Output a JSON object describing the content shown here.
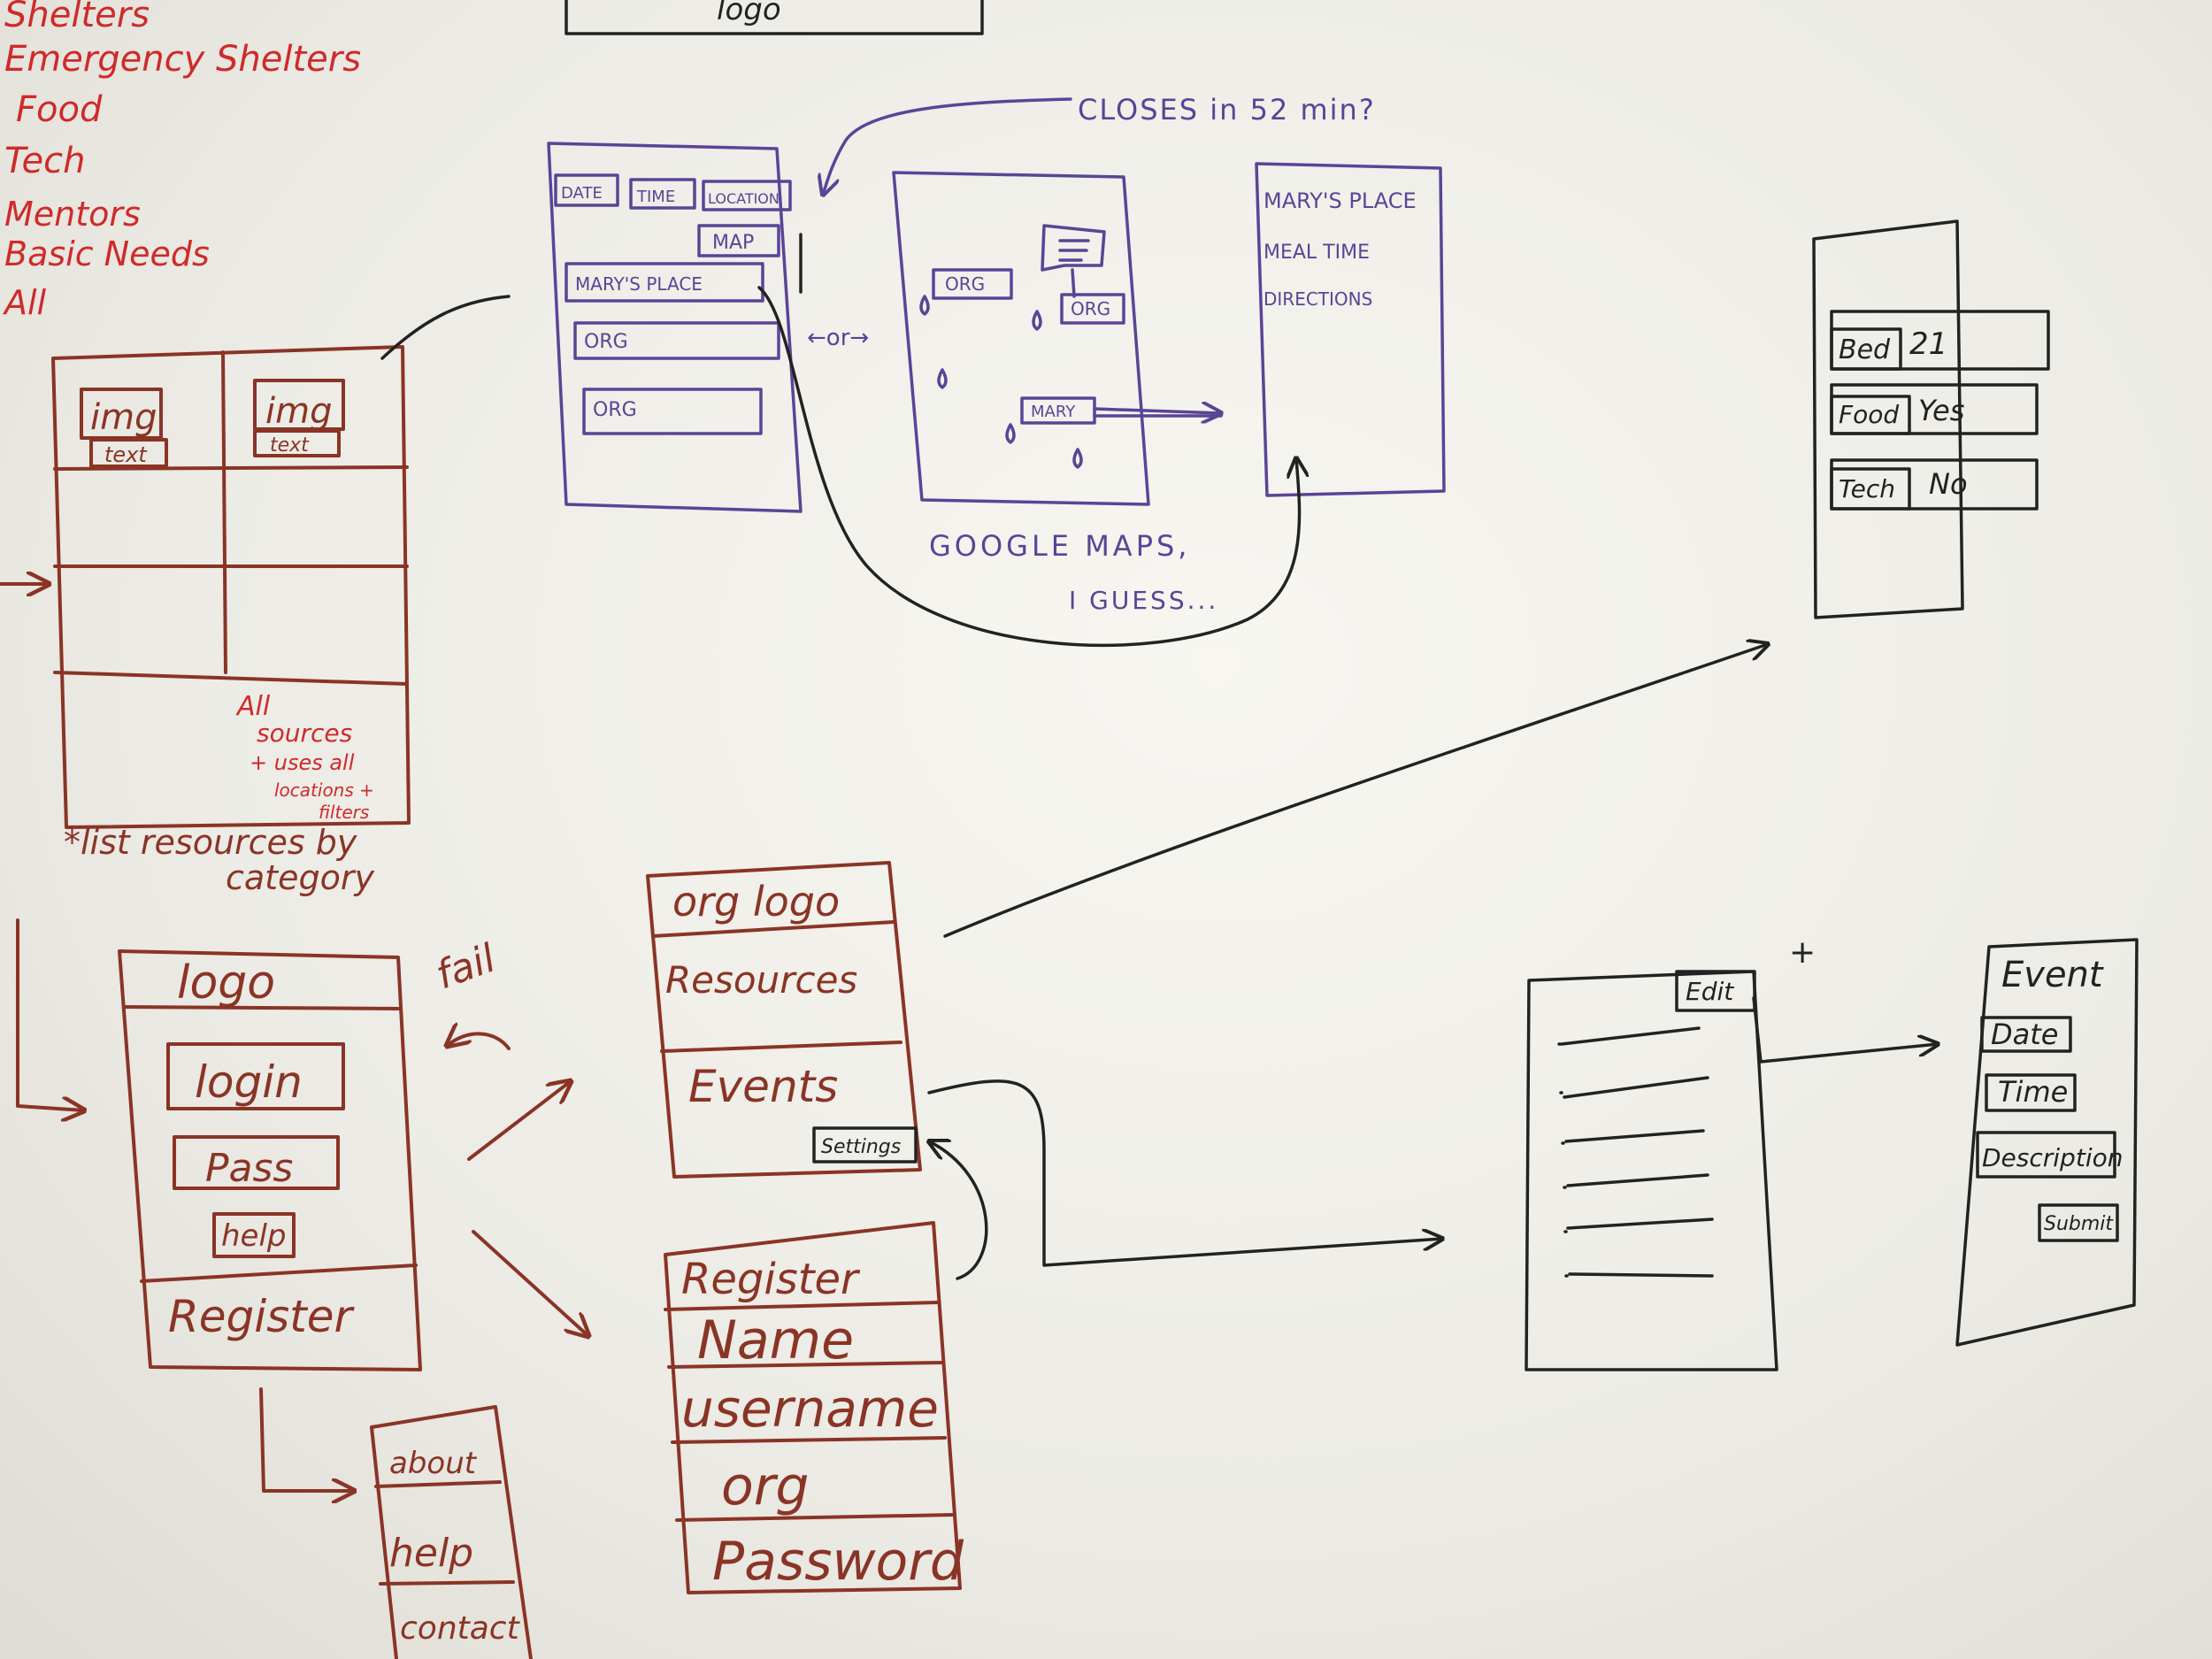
{
  "colors": {
    "red": "#cf2a2a",
    "brown": "#8a3426",
    "purple": "#5a4496",
    "black": "#222222",
    "board": "#f2f1ec"
  },
  "categories": [
    "Shelters",
    "Emergency Shelters",
    "Food",
    "Tech",
    "Mentors",
    "Basic Needs",
    "All"
  ],
  "top_logo": "logo",
  "grid": {
    "img1": "img",
    "text1": "text",
    "img2": "img",
    "text2": "text",
    "note": [
      "All",
      "sources",
      "+ uses all",
      "locations +",
      "filters"
    ],
    "caption": [
      "*list resources by",
      "category"
    ]
  },
  "list_screen": {
    "filters": [
      "DATE",
      "TIME",
      "LOCATION"
    ],
    "map_button": "MAP",
    "items": [
      "MARY'S PLACE",
      "ORG",
      "ORG"
    ],
    "or_label": "←or→"
  },
  "map_screen": {
    "pins": [
      "ORG",
      "ORG",
      "MARY"
    ],
    "caption": [
      "GOOGLE MAPS,",
      "I GUESS..."
    ]
  },
  "closes_note": "CLOSES in 52 min?",
  "detail_screen": {
    "lines": [
      "MARY'S PLACE",
      "MEAL TIME",
      "DIRECTIONS"
    ]
  },
  "stats_screen": {
    "rows": [
      {
        "label": "Bed",
        "value": "21"
      },
      {
        "label": "Food",
        "value": "Yes"
      },
      {
        "label": "Tech",
        "value": "No"
      }
    ]
  },
  "login_screen": {
    "logo": "logo",
    "login": "login",
    "pass": "Pass",
    "help": "help",
    "register": "Register",
    "fail": "fail"
  },
  "about_screen": {
    "items": [
      "about",
      "help",
      "contact"
    ]
  },
  "org_screen": {
    "logo": "org logo",
    "resources": "Resources",
    "events": "Events",
    "settings": "Settings"
  },
  "register_screen": {
    "title": "Register",
    "fields": [
      "Name",
      "username",
      "org",
      "Password"
    ]
  },
  "events_list": {
    "edit": "Edit",
    "plus": "+"
  },
  "event_form": {
    "title": "Event",
    "fields": [
      "Date",
      "Time",
      "Description"
    ],
    "submit": "Submit"
  }
}
